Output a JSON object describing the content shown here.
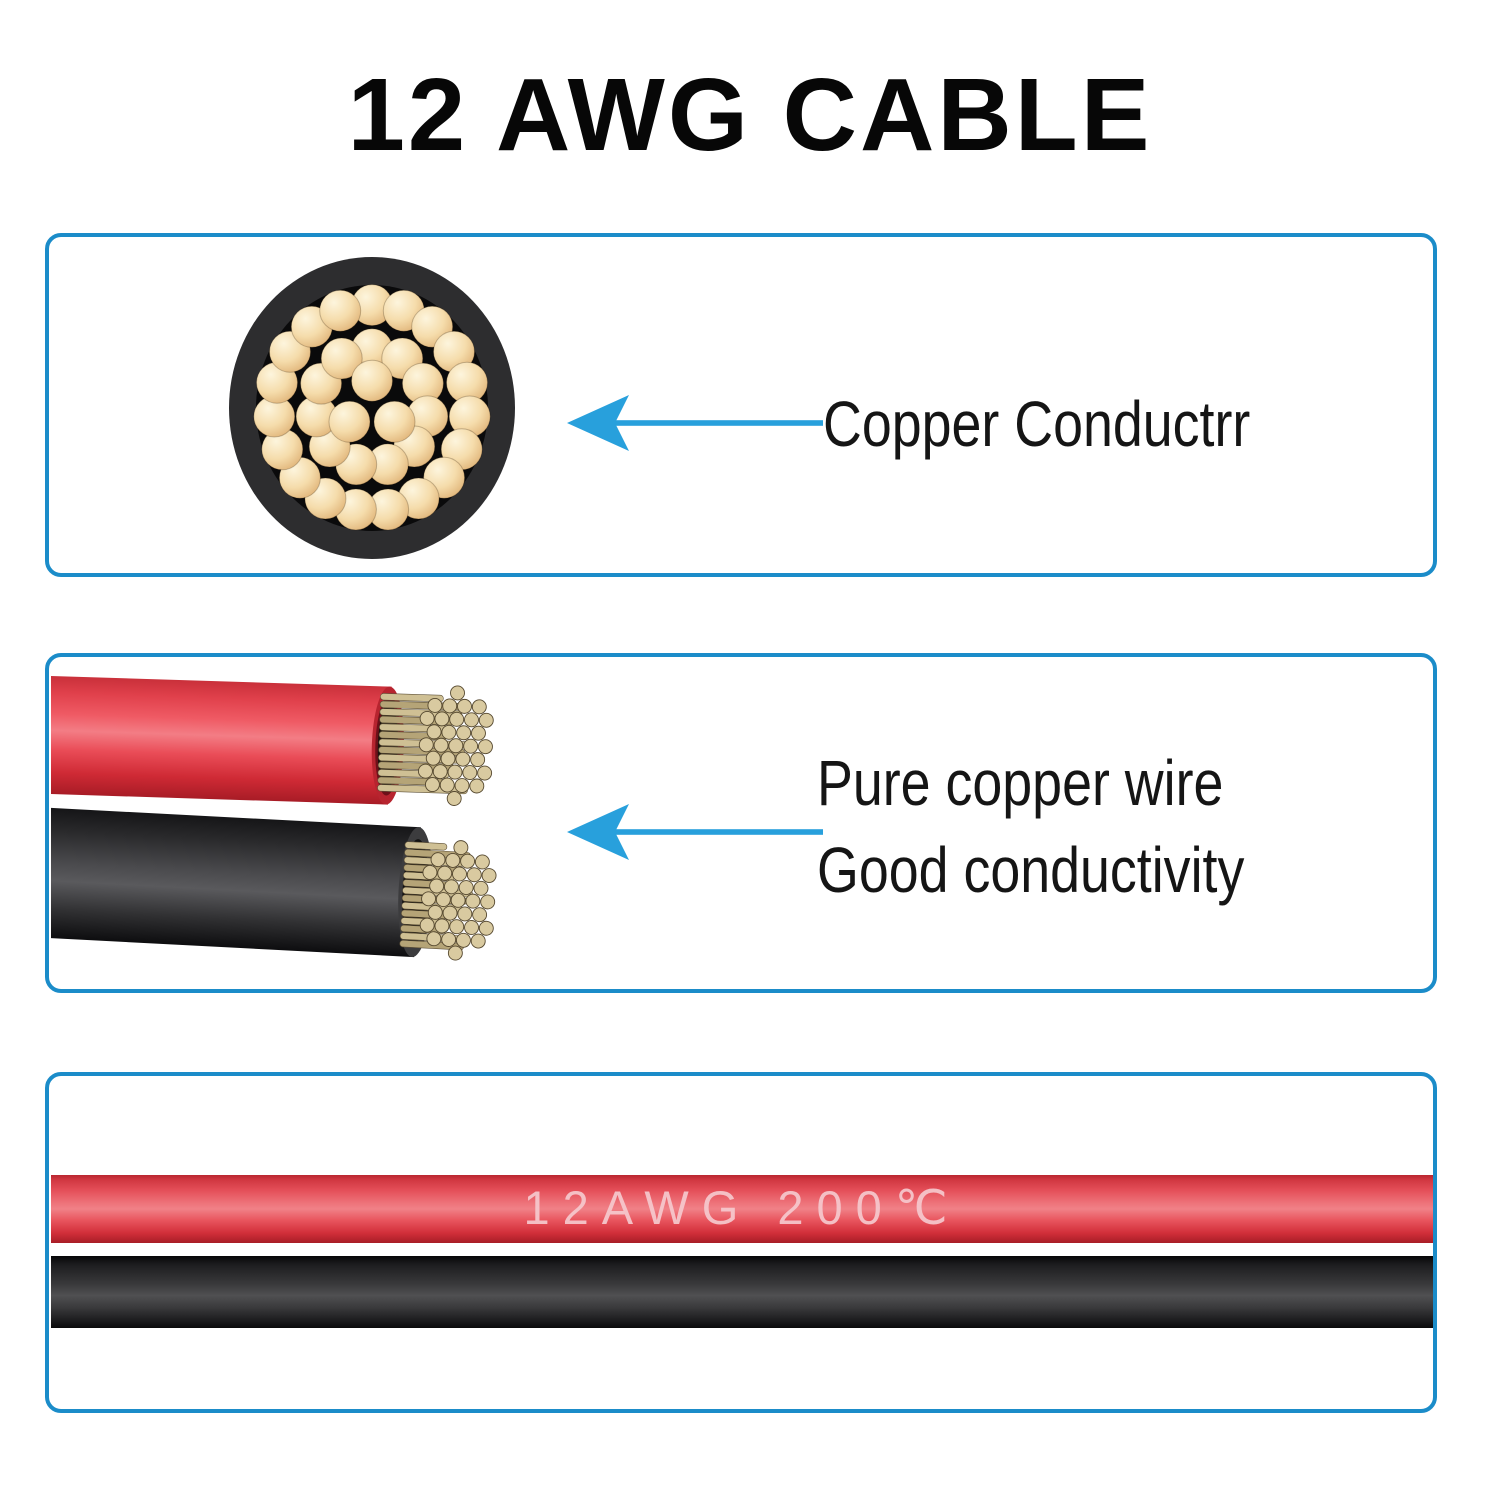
{
  "title": "12 AWG CABLE",
  "sections": {
    "cross_section": {
      "label": "Copper Conductrr",
      "strand_rings": [
        19,
        11,
        3
      ]
    },
    "stripped_wires": {
      "label_lines": [
        "Pure copper wire",
        "Good conductivity"
      ],
      "wires": [
        "red",
        "black"
      ]
    },
    "printed_cables": {
      "print_text": "12AWG 200℃",
      "cables": [
        "red",
        "black"
      ]
    }
  },
  "colors": {
    "accent_blue": "#1b8cc9",
    "arrow_blue": "#28a0dc",
    "insulation_red": "#e8434e",
    "insulation_black": "#2b2b2d",
    "copper_strand": "#f2d49e",
    "copper_rod": "#c6b284",
    "title_text": "#070707",
    "label_text": "#151515",
    "cable_print_color": "#f6c9ce"
  }
}
